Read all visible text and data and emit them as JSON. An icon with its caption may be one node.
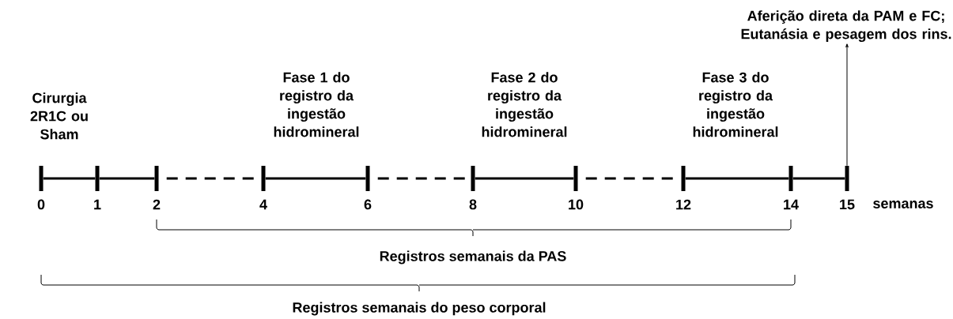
{
  "diagram": {
    "nodes": [
      {
        "text": [],
        "shape": "bar",
        "beside": [
          "0"
        ]
      },
      {
        "text": [],
        "shape": "bar",
        "beside": [
          "1"
        ]
      },
      {
        "text": [],
        "shape": "bar",
        "beside": [
          "2"
        ]
      },
      {
        "text": [],
        "shape": "bar",
        "beside": [
          "4"
        ]
      },
      {
        "text": [],
        "shape": "bar",
        "beside": [
          "6"
        ]
      },
      {
        "text": [],
        "shape": "bar",
        "beside": [
          "8"
        ]
      },
      {
        "text": [],
        "shape": "bar",
        "beside": [
          "10"
        ]
      },
      {
        "text": [],
        "shape": "bar",
        "beside": [
          "12"
        ]
      },
      {
        "text": [],
        "shape": "bar",
        "beside": [
          "14"
        ]
      },
      {
        "text": [],
        "shape": "bar",
        "beside": [
          "15"
        ]
      },
      {
        "text": [
          "Cirurgia 2R1C ou Sham"
        ]
      },
      {
        "text": [
          "Fase 1 do registro da ingestão hidromineral"
        ]
      },
      {
        "text": [
          "Fase 2 do registro da ingestão hidromineral"
        ]
      },
      {
        "text": [
          "Fase 3 do registro da ingestão hidromineral"
        ]
      },
      {
        "text": [
          "Aferição direta da PAM e FC; Eutanásia e pesagem dos rins."
        ]
      }
    ],
    "edges": [
      {
        "from": 0,
        "to": 1,
        "arrow": "none"
      },
      {
        "from": 1,
        "to": 2,
        "arrow": "none"
      },
      {
        "from": 2,
        "to": 3,
        "arrow": "none",
        "style": "dashed"
      },
      {
        "from": 3,
        "to": 4,
        "arrow": "none"
      },
      {
        "from": 4,
        "to": 5,
        "arrow": "none",
        "style": "dashed"
      },
      {
        "from": 5,
        "to": 6,
        "arrow": "none"
      },
      {
        "from": 6,
        "to": 7,
        "arrow": "none",
        "style": "dashed"
      },
      {
        "from": 7,
        "to": 8,
        "arrow": "none"
      },
      {
        "from": 8,
        "to": 9,
        "arrow": "none"
      },
      {
        "from": 9,
        "to": 14,
        "arrow": "to"
      }
    ],
    "labels": [
      "semanas",
      "Registros semanais da PAS",
      "Registros semanais do peso corporal"
    ]
  }
}
